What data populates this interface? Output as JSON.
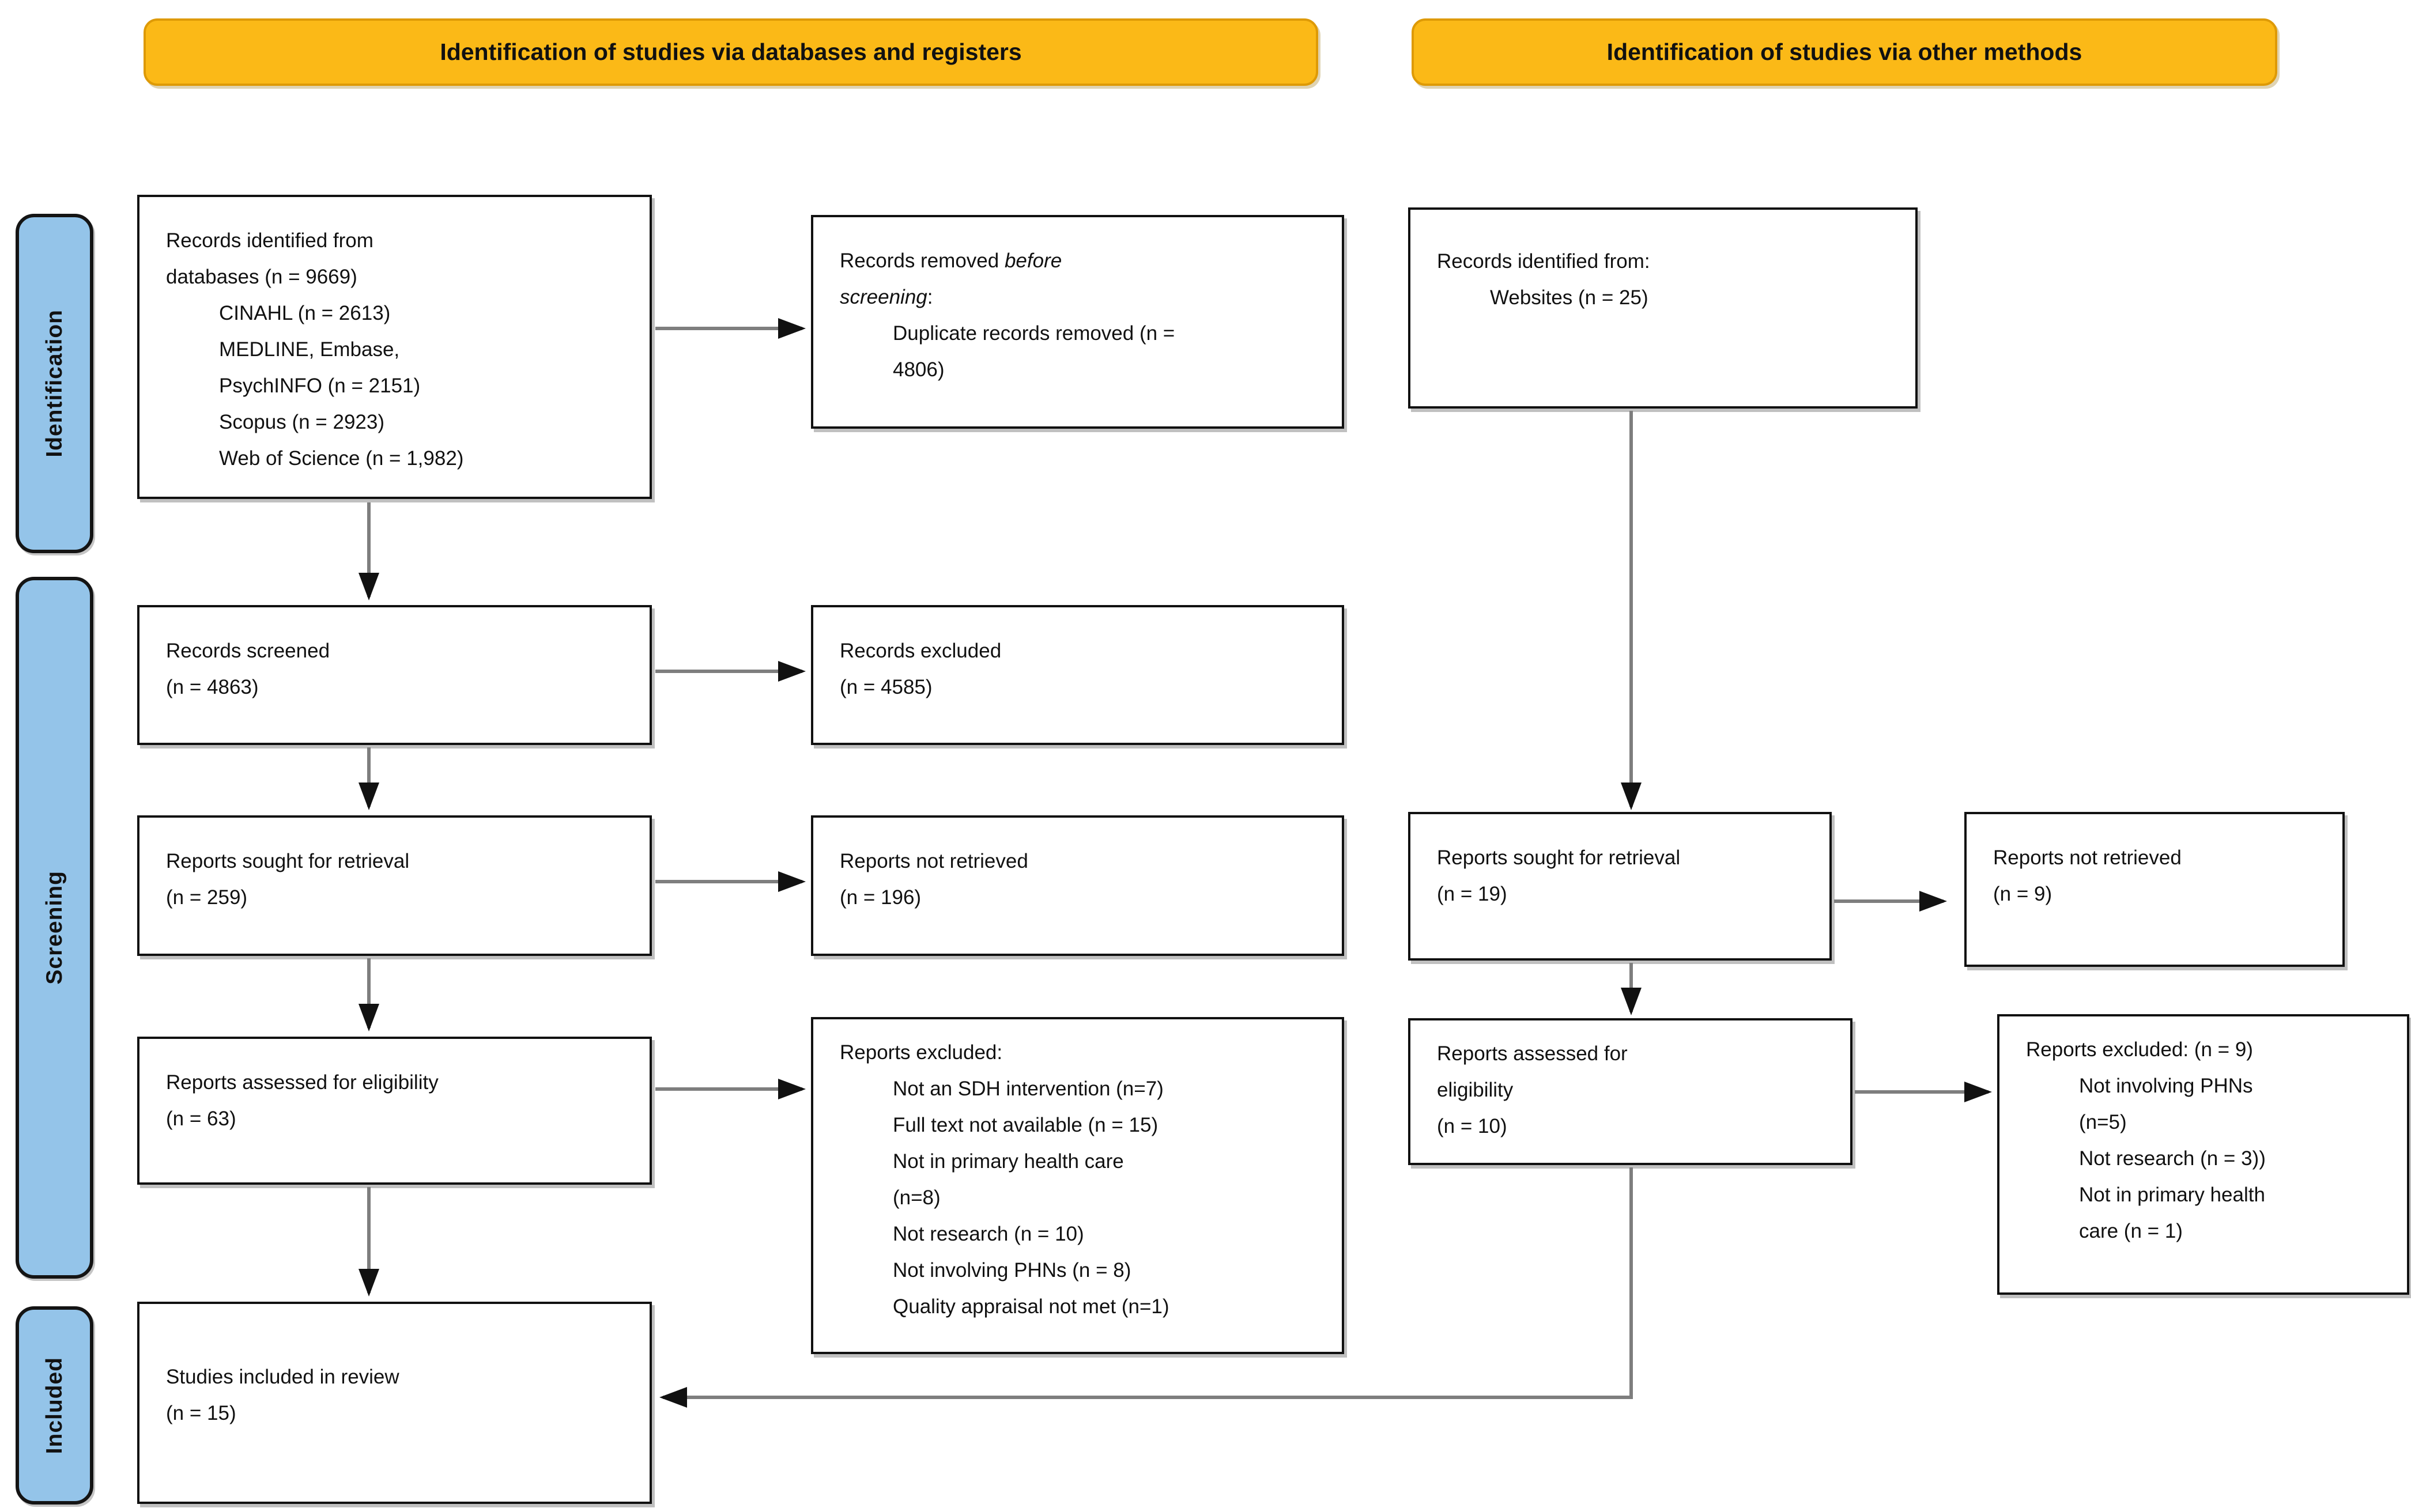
{
  "headers": {
    "left": "Identification of studies via databases and registers",
    "right": "Identification of studies via other methods"
  },
  "stages": {
    "identification": "Identification",
    "screening": "Screening",
    "included": "Included"
  },
  "colors": {
    "header_bg": "#FBB917",
    "header_border": "#DE9A06",
    "stage_bg": "#94C4E9",
    "box_border": "#111111",
    "arrow_line": "#7E7E7E",
    "arrow_head": "#111111"
  },
  "boxes": {
    "db_identified": {
      "lines": [
        "Records identified from",
        "databases (n = 9669)",
        "CINAHL (n = 2613)",
        "MEDLINE, Embase,",
        "PsychINFO (n = 2151)",
        "Scopus (n = 2923)",
        "Web of Science (n = 1,982)"
      ]
    },
    "records_removed": {
      "line1_normal": "Records removed ",
      "line1_italic": "before",
      "line2_italic": "screening",
      "line2_normal": ":",
      "lines": [
        "Duplicate records removed (n =",
        "4806)"
      ]
    },
    "records_screened": {
      "lines": [
        "Records screened",
        "(n = 4863)"
      ]
    },
    "records_excluded": {
      "lines": [
        "Records excluded",
        "(n = 4585)"
      ]
    },
    "reports_sought": {
      "lines": [
        "Reports sought for retrieval",
        "(n = 259)"
      ]
    },
    "reports_not_retrieved": {
      "lines": [
        "Reports not retrieved",
        "(n = 196)"
      ]
    },
    "reports_assessed": {
      "lines": [
        "Reports assessed for eligibility",
        "(n = 63)"
      ]
    },
    "reports_excluded_db": {
      "lines": [
        "Reports excluded:",
        "Not an SDH intervention (n=7)",
        "Full text not available (n = 15)",
        "Not in primary health care",
        "(n=8)",
        "Not research (n = 10)",
        "Not involving PHNs (n = 8)",
        "Quality appraisal not met (n=1)"
      ]
    },
    "studies_included": {
      "lines": [
        "Studies included in review",
        "(n = 15)"
      ]
    },
    "websites_identified": {
      "lines": [
        "Records identified from:",
        "Websites (n = 25)"
      ]
    },
    "reports_sought_other": {
      "lines": [
        "Reports sought for retrieval",
        "(n = 19)"
      ]
    },
    "reports_not_retrieved_other": {
      "lines": [
        "Reports not retrieved",
        "(n = 9)"
      ]
    },
    "reports_assessed_other": {
      "lines": [
        "Reports assessed for",
        "eligibility",
        "(n = 10)"
      ]
    },
    "reports_excluded_other": {
      "lines": [
        "Reports excluded: (n = 9)",
        "Not involving PHNs",
        "(n=5)",
        "Not research (n = 3))",
        "Not in primary health",
        "care (n = 1)"
      ]
    }
  }
}
